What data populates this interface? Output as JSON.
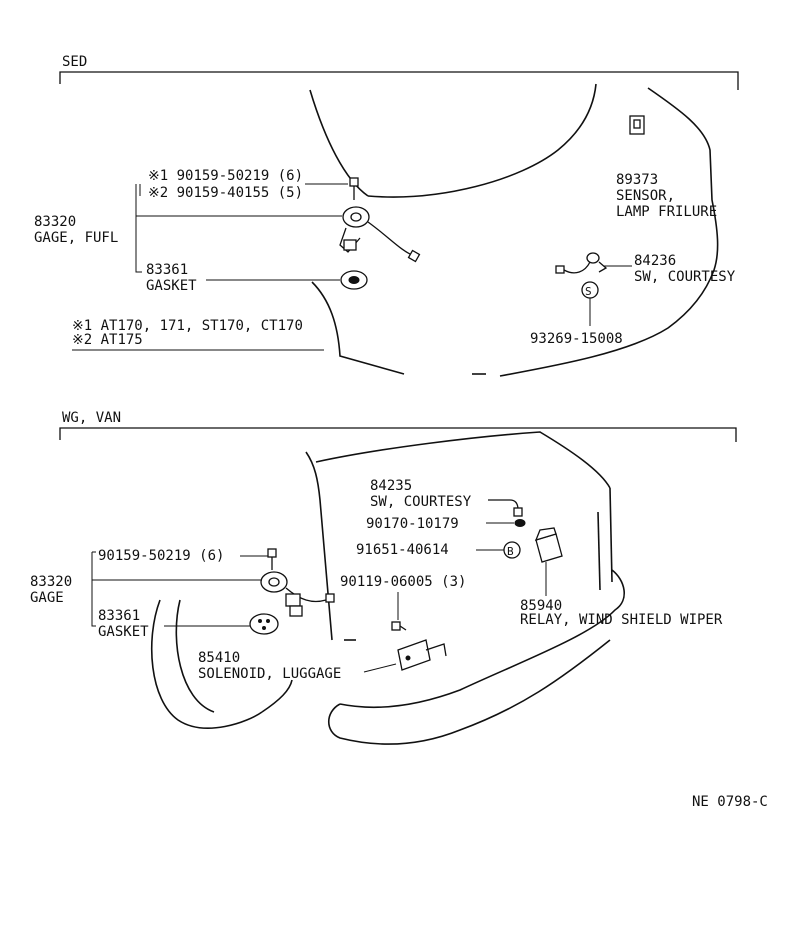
{
  "sed": {
    "title": "SED",
    "gage_no": "83320",
    "gage_name": "GAGE, FUFL",
    "screw1": "※1  90159-50219 (6)",
    "screw2": "※2  90159-40155 (5)",
    "gasket_no": "83361",
    "gasket_name": "GASKET",
    "note1": "※1  AT170, 171, ST170, CT170",
    "note2": "※2  AT175",
    "sensor_no": "89373",
    "sensor_name1": "SENSOR,",
    "sensor_name2": "LAMP FRILURE",
    "switch_no": "84236",
    "switch_name": "SW, COURTESY",
    "s_mark": "S",
    "s_part": "93269-15008"
  },
  "wg_van": {
    "title": "WG, VAN",
    "switch_no": "84235",
    "switch_name": "SW, COURTESY",
    "part_10179": "90170-10179",
    "part_40614": "91651-40614",
    "b_mark": "B",
    "relay_no": "85940",
    "relay_name": "RELAY, WIND SHIELD WIPER",
    "screw": "90159-50219 (6)",
    "gage_no": "83320",
    "gage_name": "GAGE",
    "bolt": "90119-06005 (3)",
    "gasket_no": "83361",
    "gasket_name": "GASKET",
    "solenoid_no": "85410",
    "solenoid_name": "SOLENOID, LUGGAGE"
  },
  "figure_code": "NE 0798-C"
}
